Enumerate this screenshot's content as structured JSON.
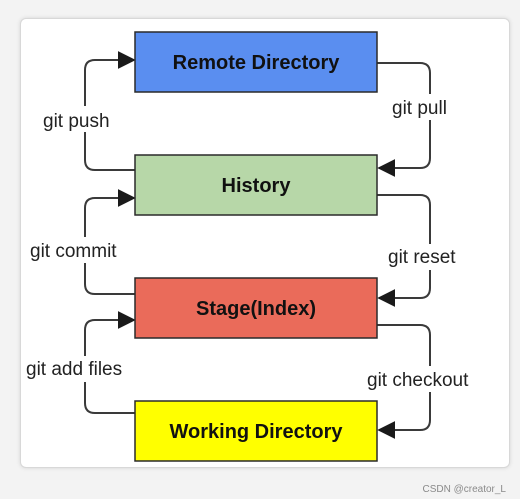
{
  "nodes": {
    "remote": {
      "label": "Remote Directory",
      "fill": "#5a8ef0"
    },
    "history": {
      "label": "History",
      "fill": "#b7d7a8"
    },
    "stage": {
      "label": "Stage(Index)",
      "fill": "#ea6b5a"
    },
    "working": {
      "label": "Working Directory",
      "fill": "#ffff00"
    }
  },
  "edges": {
    "push": {
      "label": "git push"
    },
    "pull": {
      "label": "git pull"
    },
    "commit": {
      "label": "git commit"
    },
    "reset": {
      "label": "git reset"
    },
    "add": {
      "label": "git add files"
    },
    "checkout": {
      "label": "git checkout"
    }
  },
  "watermark": "CSDN @creator_L",
  "colors": {
    "stroke": "#2a2a2a",
    "arrow": "#1a1a1a"
  }
}
